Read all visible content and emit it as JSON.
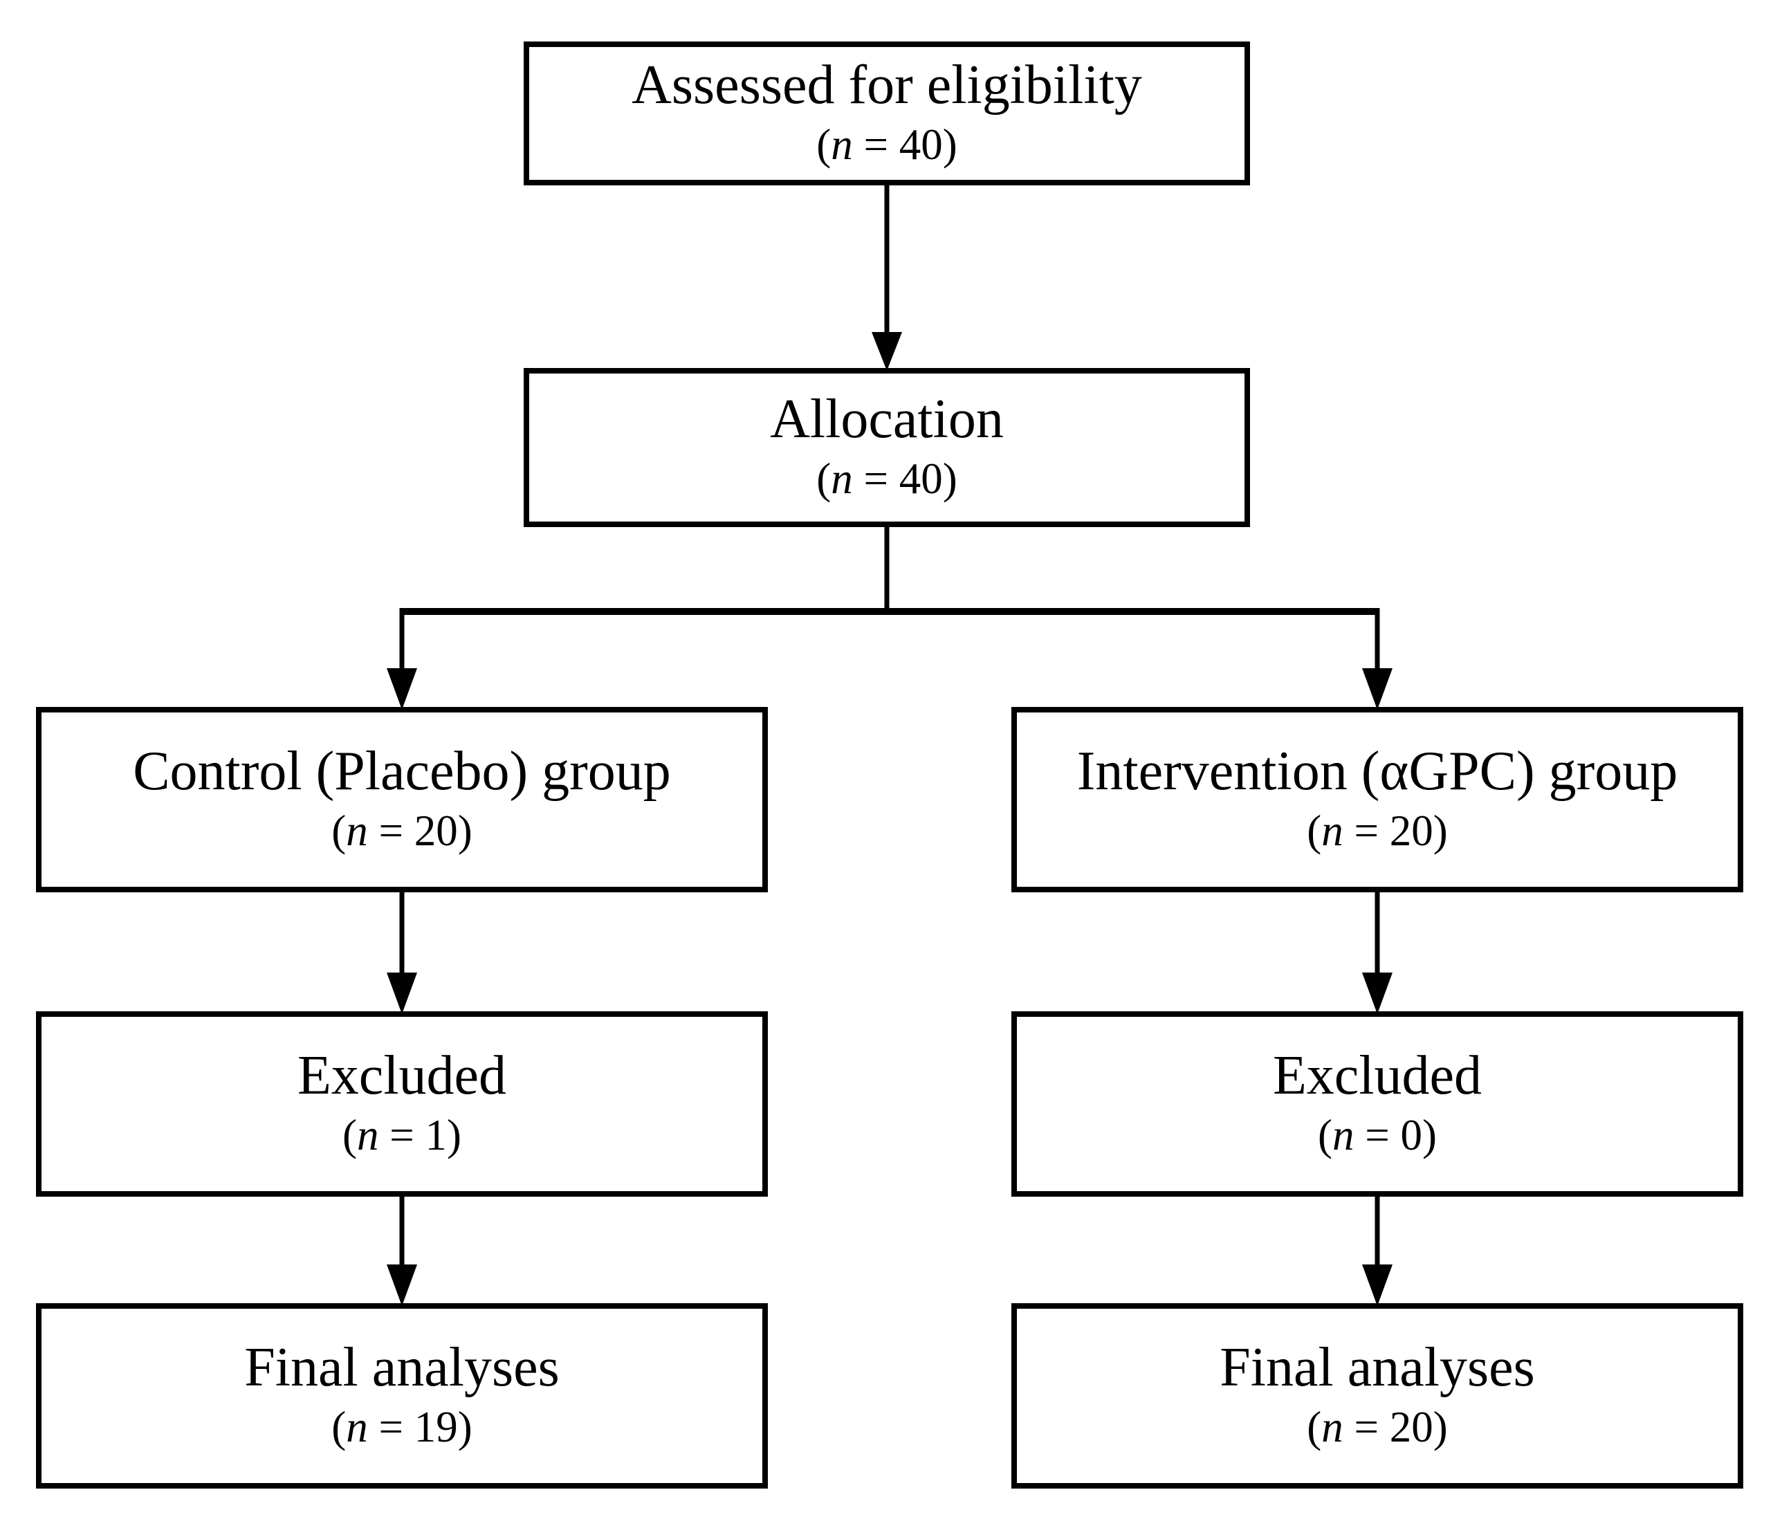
{
  "diagram": {
    "type": "consort-participant-flow",
    "colors": {
      "background": "#ffffff",
      "box_fill": "#ffffff",
      "box_border": "#000000",
      "line": "#000000",
      "text": "#000000"
    },
    "nodes": {
      "assessed": {
        "title": "Assessed for eligibility",
        "n_open": "(",
        "n_var": "n",
        "n_rest": " = 40)"
      },
      "allocation": {
        "title": "Allocation",
        "n_open": "(",
        "n_var": "n",
        "n_rest": " = 40)"
      },
      "control": {
        "title": "Control (Placebo) group",
        "n_open": "(",
        "n_var": "n",
        "n_rest": " = 20)"
      },
      "intervention": {
        "title": "Intervention (αGPC) group",
        "n_open": "(",
        "n_var": "n",
        "n_rest": " = 20)"
      },
      "control_excluded": {
        "title": "Excluded",
        "n_open": "(",
        "n_var": "n",
        "n_rest": " = 1)"
      },
      "intervention_excluded": {
        "title": "Excluded",
        "n_open": "(",
        "n_var": "n",
        "n_rest": " = 0)"
      },
      "control_final": {
        "title": "Final analyses",
        "n_open": "(",
        "n_var": "n",
        "n_rest": " = 19)"
      },
      "intervention_final": {
        "title": "Final analyses",
        "n_open": "(",
        "n_var": "n",
        "n_rest": " = 20)"
      }
    }
  }
}
